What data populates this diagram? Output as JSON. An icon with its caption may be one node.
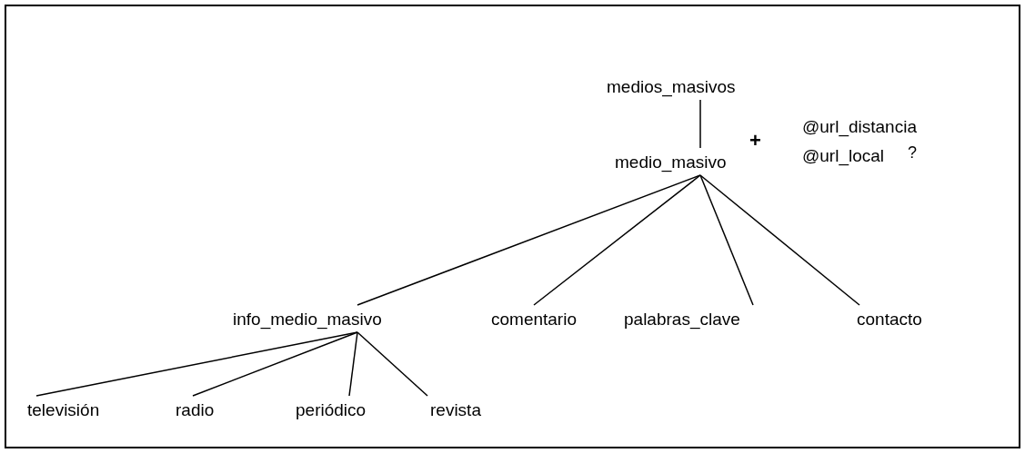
{
  "diagram": {
    "nodes": [
      {
        "text": [
          "medios_masivos"
        ]
      },
      {
        "text": [
          "medio_masivo"
        ],
        "beside": [
          "+"
        ]
      },
      {
        "text": [
          "info_medio_masivo"
        ]
      },
      {
        "text": [
          "comentario"
        ]
      },
      {
        "text": [
          "palabras_clave"
        ]
      },
      {
        "text": [
          "contacto"
        ]
      },
      {
        "text": [
          "televisión"
        ]
      },
      {
        "text": [
          "radio"
        ]
      },
      {
        "text": [
          "periódico"
        ]
      },
      {
        "text": [
          "revista"
        ]
      }
    ],
    "edges": [
      {
        "from": 0,
        "to": 1,
        "arrow": "none"
      },
      {
        "from": 1,
        "to": 2,
        "arrow": "none"
      },
      {
        "from": 1,
        "to": 3,
        "arrow": "none"
      },
      {
        "from": 1,
        "to": 4,
        "arrow": "none"
      },
      {
        "from": 1,
        "to": 5,
        "arrow": "none"
      },
      {
        "from": 2,
        "to": 6,
        "arrow": "none"
      },
      {
        "from": 2,
        "to": 7,
        "arrow": "none"
      },
      {
        "from": 2,
        "to": 8,
        "arrow": "none"
      },
      {
        "from": 2,
        "to": 9,
        "arrow": "none"
      }
    ],
    "labels": [
      "@url_distancia",
      "@url_local",
      "?"
    ]
  }
}
